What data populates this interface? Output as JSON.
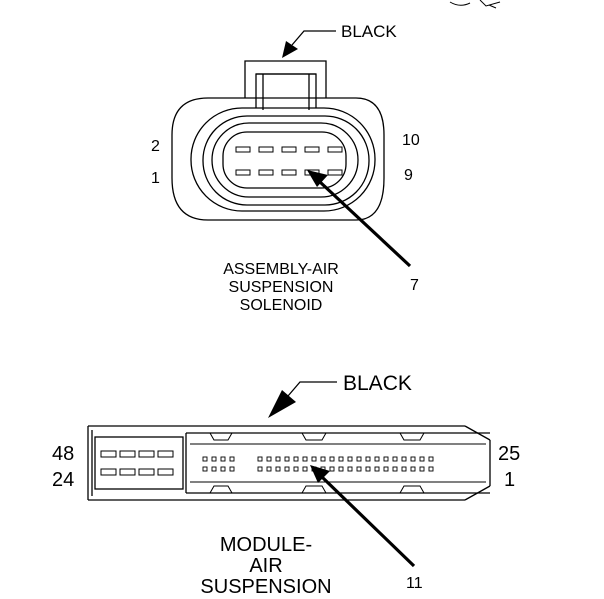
{
  "solenoid_connector": {
    "color_label": "BLACK",
    "pin_labels": {
      "top_left": "2",
      "bottom_left": "1",
      "top_right": "10",
      "bottom_right": "9"
    },
    "callout_pin": "7",
    "caption_lines": [
      "ASSEMBLY-AIR",
      "SUSPENSION",
      "SOLENOID"
    ]
  },
  "module_connector": {
    "color_label": "BLACK",
    "pin_labels": {
      "top_left": "48",
      "bottom_left": "24",
      "top_right": "25",
      "bottom_right": "1"
    },
    "callout_pin": "11",
    "caption_lines": [
      "MODULE-",
      "AIR",
      "SUSPENSION"
    ]
  },
  "colors": {
    "ink": "#000000",
    "background": "#ffffff"
  }
}
